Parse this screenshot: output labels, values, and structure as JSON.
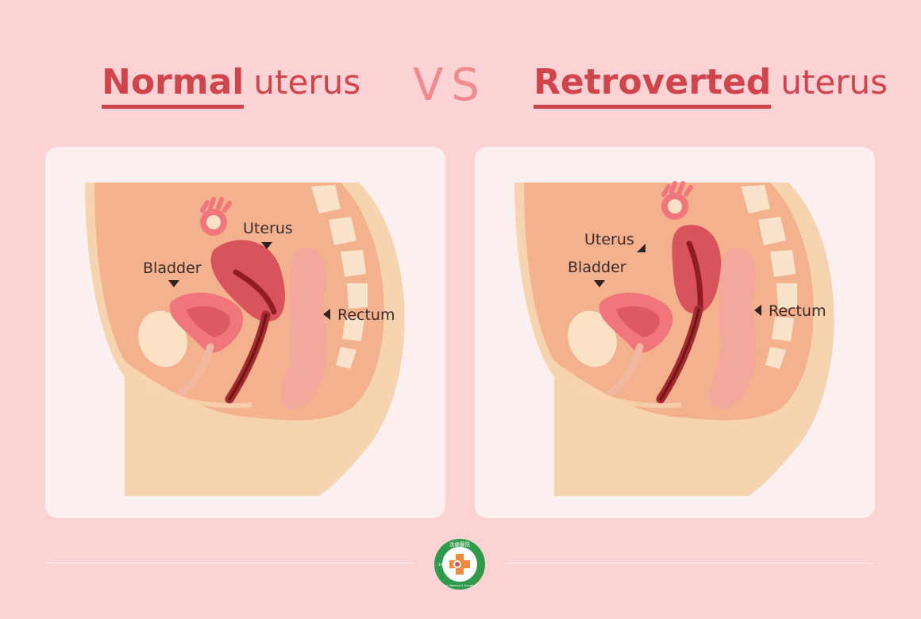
{
  "header": {
    "left": {
      "emphasis": "Normal",
      "rest": "uterus"
    },
    "vs": "VS",
    "right": {
      "emphasis": "Retroverted",
      "rest": "uterus"
    }
  },
  "panels": {
    "normal": {
      "uterus": "Uterus",
      "bladder": "Bladder",
      "rectum": "Rectum"
    },
    "retroverted": {
      "uterus": "Uterus",
      "bladder": "Bladder",
      "rectum": "Rectum"
    }
  },
  "logo": {
    "name_cn": "沈齒醫院",
    "year": "1945",
    "name_en": "Lee Women's Hospital"
  },
  "colors": {
    "background": "#fcd2d4",
    "title": "#d0444c",
    "vs": "#f08a8d",
    "panel": "#fcefef",
    "skin": "#f7d4b0",
    "uterus": "#d9535c",
    "bladder": "#f0767b",
    "rectum": "#f4a79b",
    "logo_green": "#2e9a4a"
  }
}
